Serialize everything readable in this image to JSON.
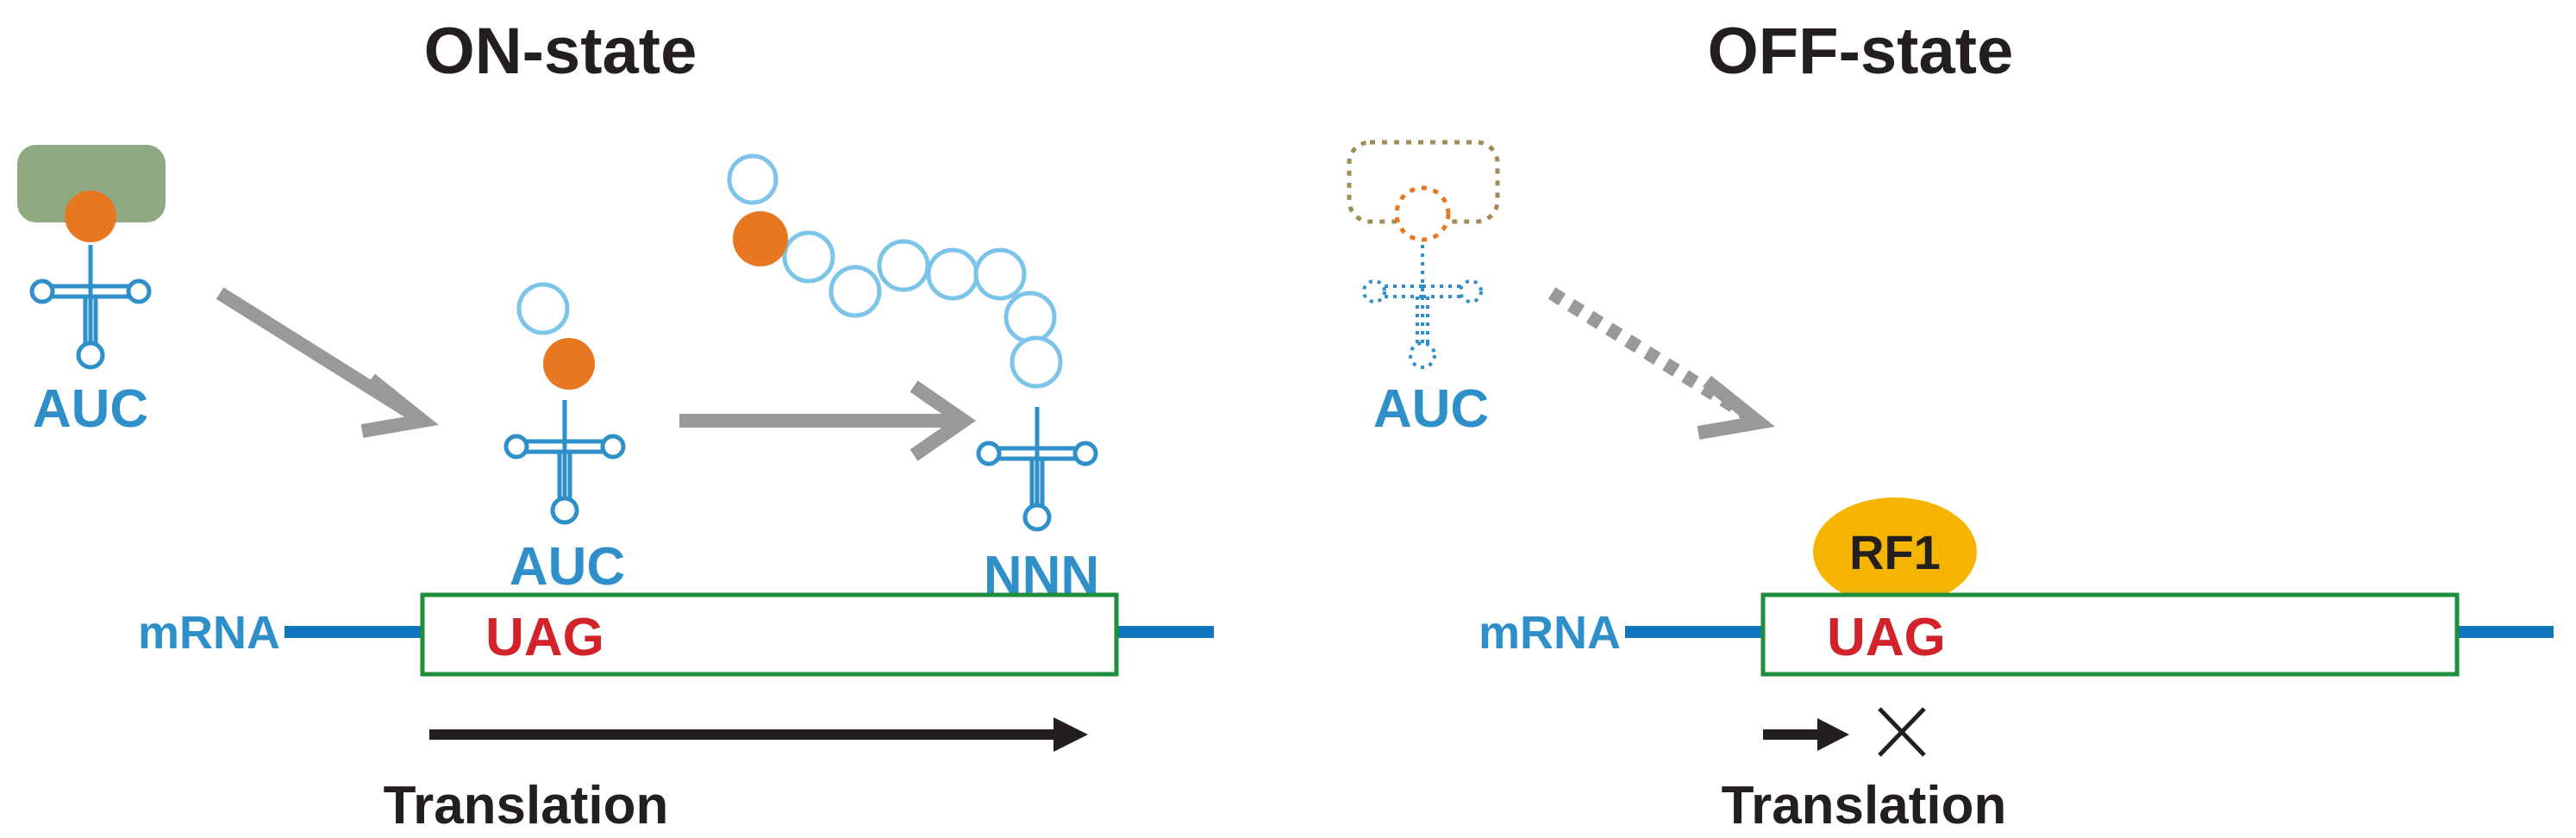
{
  "colors": {
    "trna_blue": "#2e8fc9",
    "trna_light": "#7cc4ea",
    "amino_acid_orange": "#e87722",
    "enzyme_green": "#8fa982",
    "enzyme_dotted": "#a08d55",
    "stop_codon_red": "#d2232a",
    "mrna_box_green": "#1e8f3a",
    "rf1_yellow": "#f5b400",
    "arrow_gray": "#999999",
    "text_dark": "#231f20"
  },
  "on_state": {
    "title": "ON-state",
    "free_trna_anticodon": "AUC",
    "bound_trna_anticodon": "AUC",
    "next_trna_anticodon": "NNN",
    "mrna_label": "mRNA",
    "stop_codon": "UAG",
    "translation_label": "Translation"
  },
  "off_state": {
    "title": "OFF-state",
    "free_trna_anticodon": "AUC",
    "release_factor": "RF1",
    "mrna_label": "mRNA",
    "stop_codon": "UAG",
    "translation_label": "Translation"
  }
}
